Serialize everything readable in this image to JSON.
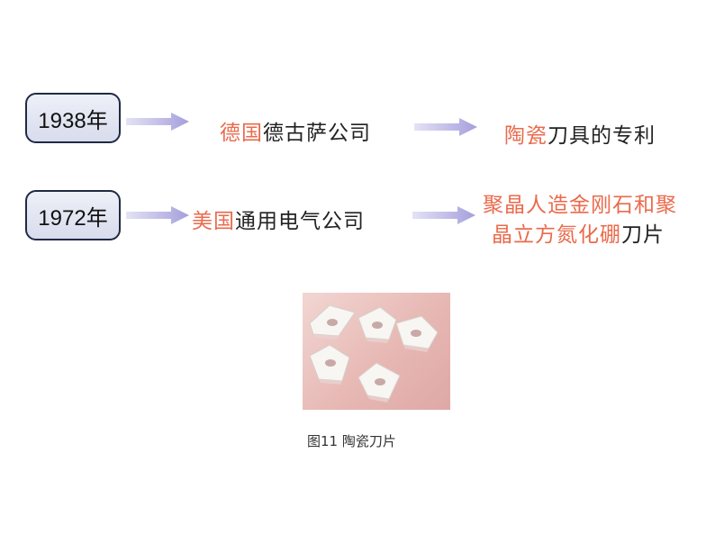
{
  "rows": [
    {
      "year": "1938年",
      "company_country": "德国",
      "company_name": "德古萨公司",
      "result_highlight": "陶瓷",
      "result_rest": "刀具的专利"
    },
    {
      "year": "1972年",
      "company_country": "美国",
      "company_name": "通用电气公司",
      "result_line1": "聚晶人造金刚石和聚",
      "result_line2_highlight": "晶立方氮化硼",
      "result_line2_rest": "刀片"
    }
  ],
  "figure": {
    "caption": "图11  陶瓷刀片",
    "image_subject": "ceramic-cutting-inserts-photo"
  },
  "colors": {
    "highlight": "#ea6a4c",
    "text": "#222222",
    "arrow": "#b9b4e6",
    "box_border": "#1f2a44"
  }
}
